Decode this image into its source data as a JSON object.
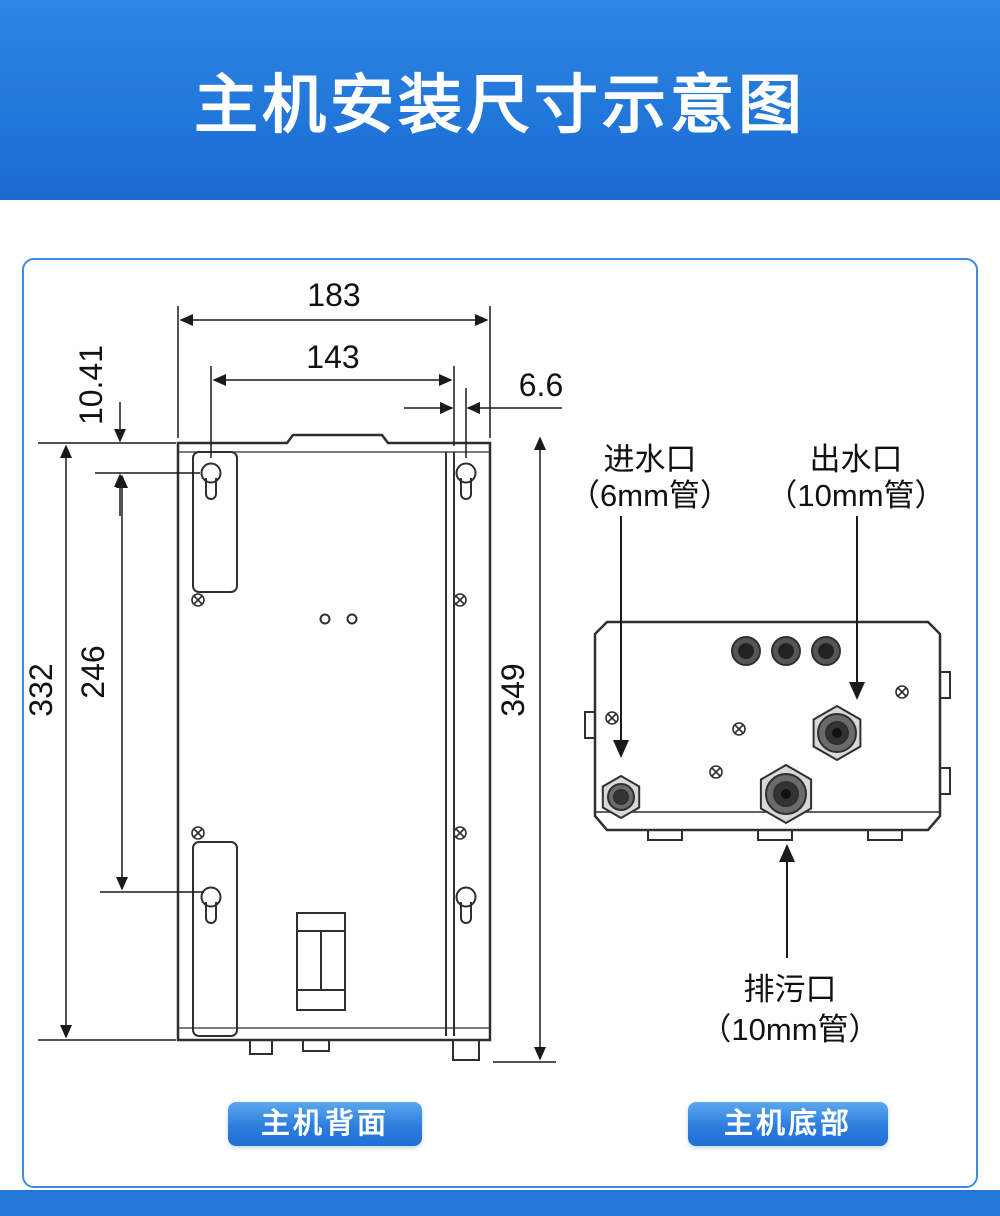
{
  "header": {
    "title": "主机安装尺寸示意图"
  },
  "diagram": {
    "dims": {
      "d183": "183",
      "d143": "143",
      "d66": "6.6",
      "d1041": "10.41",
      "d332": "332",
      "d246": "246",
      "d349": "349"
    },
    "labels": {
      "inlet_name": "进水口",
      "inlet_pipe": "（6mm管）",
      "outlet_name": "出水口",
      "outlet_pipe": "（10mm管）",
      "drain_name": "排污口",
      "drain_pipe": "（10mm管）"
    },
    "captions": {
      "back": "主机背面",
      "bottom": "主机底部"
    }
  },
  "colors": {
    "header_blue": "#2377d8",
    "panel_border_blue": "#3b8ce4",
    "line_color": "#1a1a1a"
  }
}
